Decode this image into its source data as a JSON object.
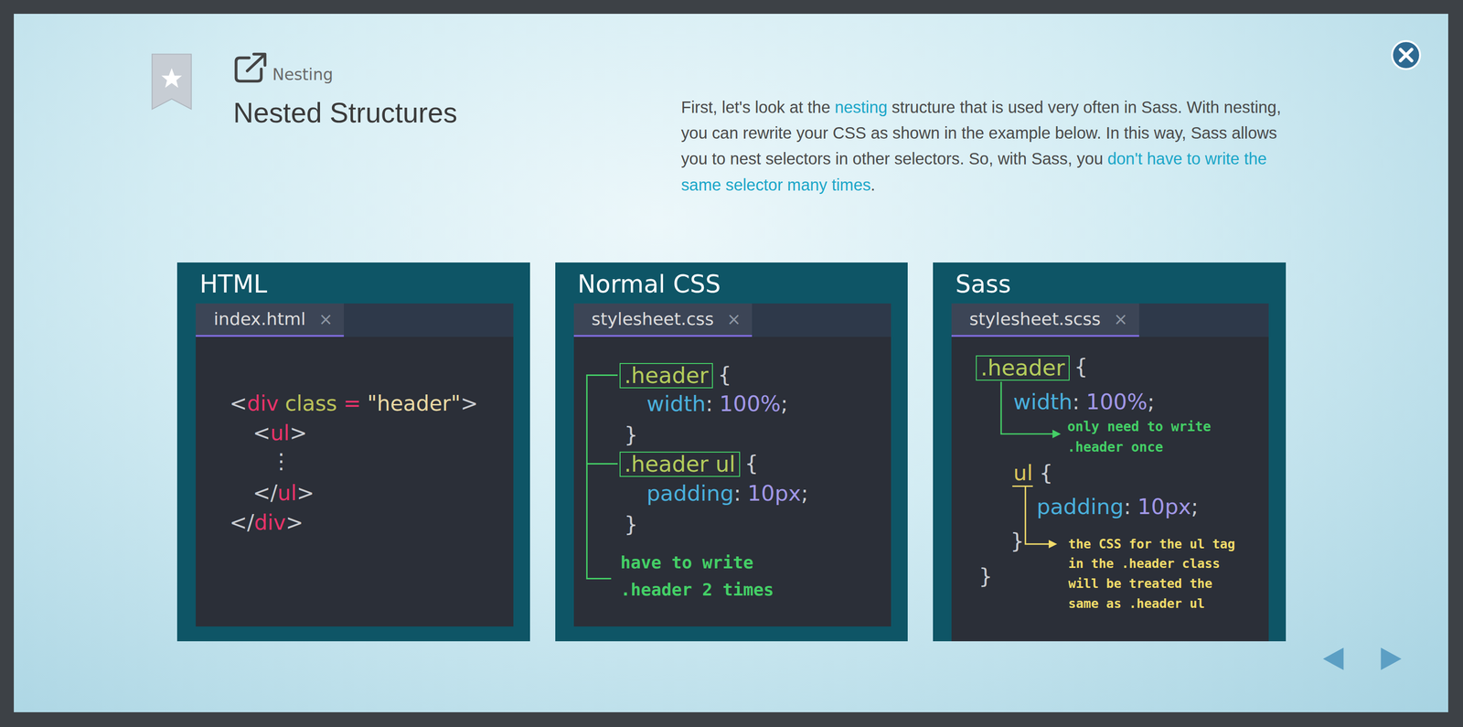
{
  "diagram": {
    "title": "Nested Structures",
    "nodes": [
      {
        "text": [
          "HTML"
        ]
      },
      {
        "text": [
          "index.html",
          "×"
        ],
        "in": 0
      },
      {
        "text": [
          "<",
          "div",
          "class",
          "=",
          "\"header\"",
          ">",
          "<",
          "ul",
          ">",
          "⋮",
          "</",
          "ul",
          ">",
          "</",
          "div",
          ">"
        ],
        "in": 0
      },
      {
        "text": [
          "Normal CSS"
        ]
      },
      {
        "text": [
          "stylesheet.css",
          "×"
        ],
        "in": 3
      },
      {
        "text": [
          "{",
          "width",
          ":",
          "100%",
          ";",
          "}",
          "{",
          "padding",
          ":",
          "10px",
          ";",
          "}",
          "have to write .header 2 times"
        ],
        "in": 3
      },
      {
        "text": [
          ".header"
        ],
        "in": 5
      },
      {
        "text": [
          ".header ul"
        ],
        "in": 5
      },
      {
        "text": [
          "Sass"
        ]
      },
      {
        "text": [
          "stylesheet.scss",
          "×"
        ],
        "in": 8
      },
      {
        "text": [
          "{",
          "width",
          ":",
          "100%",
          ";",
          "only need to write .header once",
          "ul",
          "{",
          "padding",
          ":",
          "10px",
          ";",
          "}",
          "the CSS for the ul tag in the .header class will be treated the same as .header ul",
          "}"
        ],
        "in": 8
      },
      {
        "text": [
          ".header"
        ],
        "in": 10
      }
    ],
    "labels": [
      "Nesting",
      "First, let's look at the",
      "nesting",
      "structure that is used very often in Sass. With nesting, you can rewrite your CSS as shown in the example below. In this way, Sass allows you to nest selectors in other selectors. So, with Sass, you",
      "don't have to write the same selector many times",
      "."
    ]
  }
}
